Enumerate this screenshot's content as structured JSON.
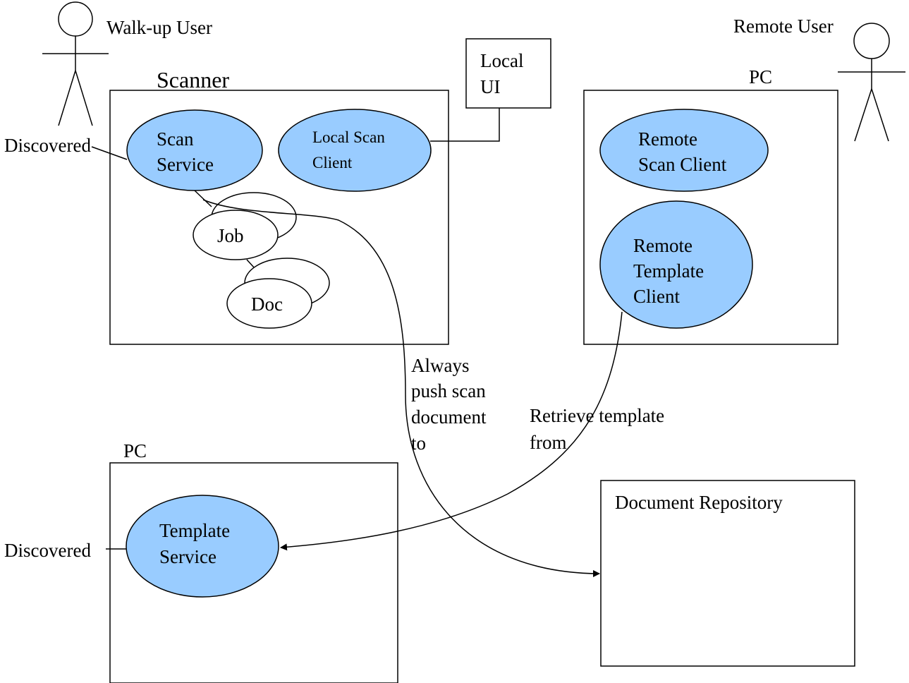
{
  "actors": {
    "walkup": "Walk-up User",
    "remote": "Remote User"
  },
  "scanner": {
    "title": "Scanner",
    "scan_service": [
      "Scan",
      "Service"
    ],
    "local_scan_client": [
      "Local Scan",
      "Client"
    ],
    "job": "Job",
    "doc": "Doc"
  },
  "local_ui": [
    "Local",
    "UI"
  ],
  "pc_remote": {
    "title": "PC",
    "remote_scan_client": [
      "Remote",
      "Scan Client"
    ],
    "remote_template_client": [
      "Remote",
      "Template",
      "Client"
    ]
  },
  "pc_template": {
    "title": "PC",
    "template_service": [
      "Template",
      "Service"
    ]
  },
  "document_repository": "Document Repository",
  "annotations": {
    "discovered_scan": "Discovered",
    "discovered_template": "Discovered",
    "push": [
      "Always",
      "push scan",
      "document",
      "to"
    ],
    "retrieve": [
      "Retrieve template",
      "from"
    ]
  },
  "colors": {
    "ellipse_fill": "#99ccff",
    "stroke": "#000000"
  }
}
